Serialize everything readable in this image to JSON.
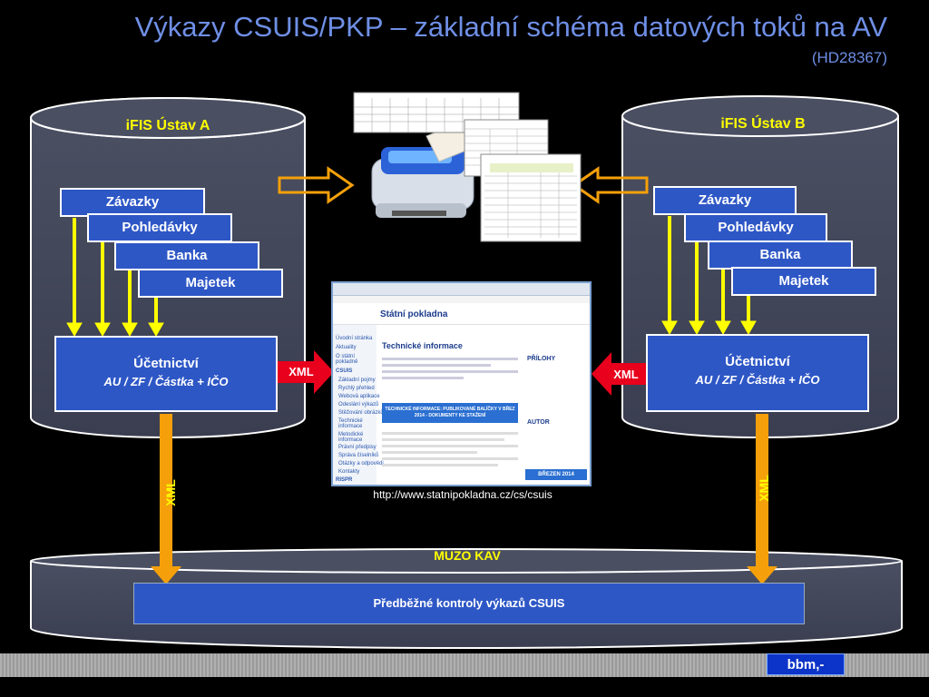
{
  "title": "Výkazy CSUIS/PKP – základní schéma datových toků na AV",
  "subtitle": "(HD28367)",
  "left_db": {
    "label": "iFIS Ústav A",
    "items": [
      "Závazky",
      "Pohledávky",
      "Banka",
      "Majetek"
    ],
    "accounting_title": "Účetnictví",
    "accounting_sub": "AU /  ZF / Částka  +  IČO"
  },
  "right_db": {
    "label": "iFIS Ústav B",
    "items": [
      "Závazky",
      "Pohledávky",
      "Banka",
      "Majetek"
    ],
    "accounting_title": "Účetnictví",
    "accounting_sub": "AU /  ZF / Částka  +  IČO"
  },
  "xml_label": "XML",
  "url": "http://www.statnipokladna.cz/cs/csuis",
  "bottom_db": {
    "label": "MUZO KAV",
    "box": "Předběžné kontroly výkazů CSUIS"
  },
  "screenshot": {
    "site_title": "Státní pokladna",
    "heading": "Technické informace",
    "nav": [
      "Úvodní stránka",
      "Aktuality",
      "O státní pokladně",
      "CSUIS",
      "Základní pojmy",
      "Rychlý přehled",
      "Webová aplikace",
      "Odeslání výkazů",
      "Stěžování obrázků",
      "Technické informace",
      "Metodické informace",
      "Právní předpisy",
      "Správa číselníků",
      "Otázky a odpovědi",
      "Kontakty",
      "RISPR"
    ],
    "banner": "TECHNICKÉ INFORMACE: PUBLIKOVANÉ BALÍČKY V BŘEZ 2014 - DOKUMENTY KE STAŽENÍ",
    "calendar": "BŘEZEN 2014",
    "sidebar_head": "PŘÍLOHY",
    "author_head": "AUTOR"
  },
  "logo": "bbm,-",
  "colors": {
    "box_blue": "#2e57c6",
    "label_yellow": "#ffff00",
    "arrow_yellow": "#ffff00",
    "arrow_orange": "#f5a00a",
    "xml_red": "#e8001c",
    "title_blue": "#6f8fe6"
  }
}
